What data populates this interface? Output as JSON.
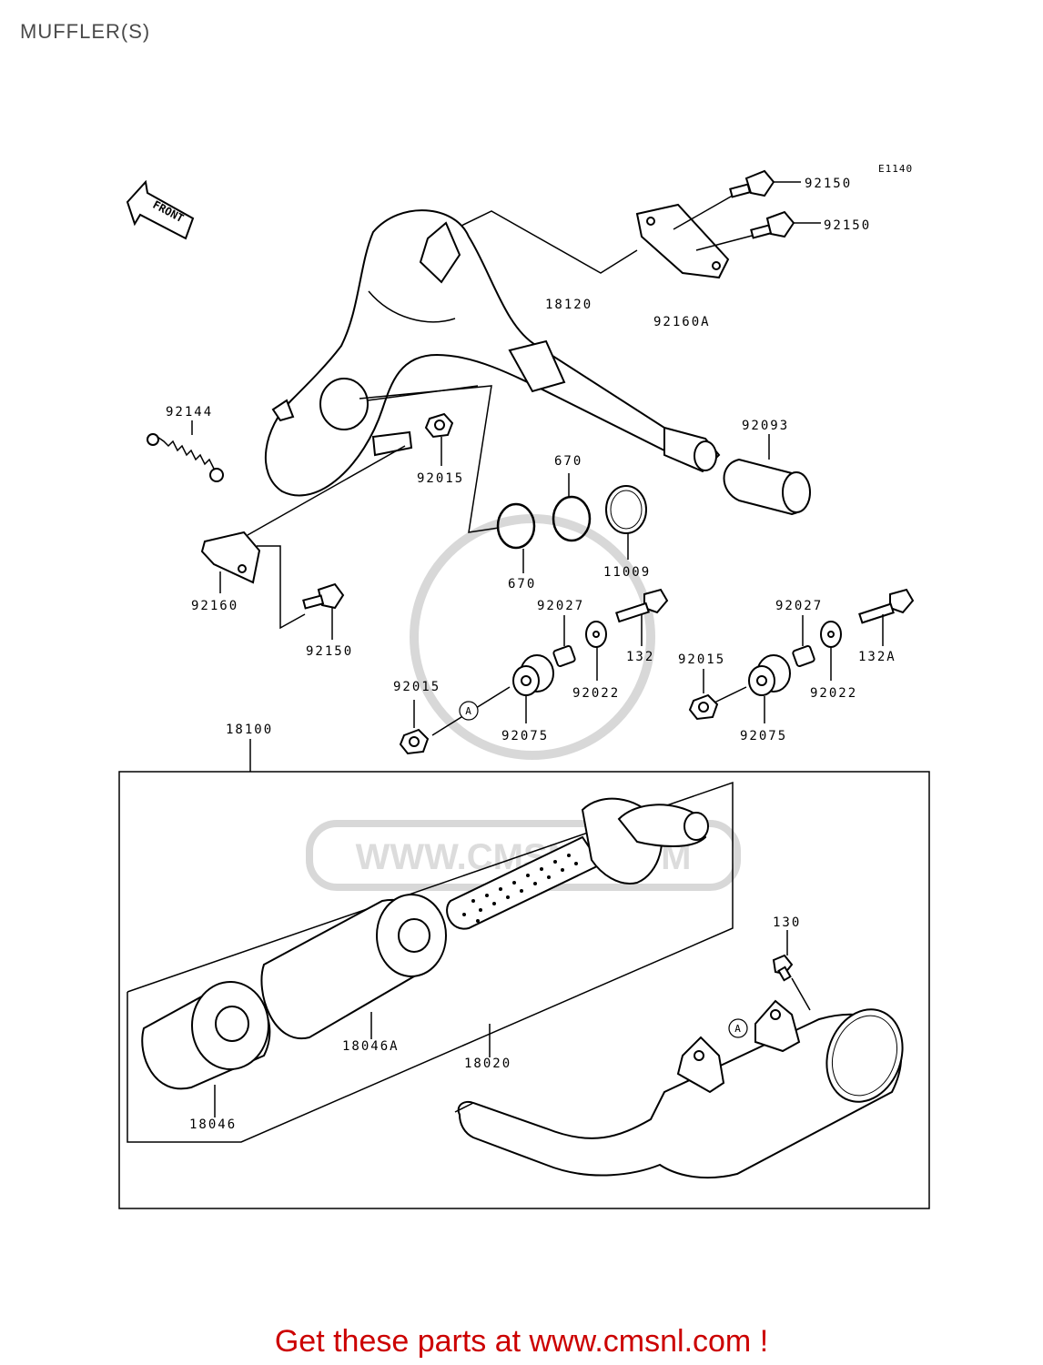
{
  "title": "MUFFLER(S)",
  "diagram_code": "E1140",
  "front_arrow_label": "FRONT",
  "callout_a": "A",
  "labels": {
    "p92150_top1": "92150",
    "p92150_top2": "92150",
    "p92160A": "92160A",
    "p18120": "18120",
    "p92144": "92144",
    "p92015_upper": "92015",
    "p92093": "92093",
    "p670_top": "670",
    "p670_bottom": "670",
    "p11009": "11009",
    "p92160": "92160",
    "p92150_left": "92150",
    "p92027_left": "92027",
    "p132": "132",
    "p92027_right": "92027",
    "p132A": "132A",
    "p92015_right": "92015",
    "p92015_left": "92015",
    "p92022_left": "92022",
    "p92022_right": "92022",
    "p92075_left": "92075",
    "p92075_right": "92075",
    "p18100": "18100",
    "p130": "130",
    "p18046A": "18046A",
    "p18020": "18020",
    "p18046": "18046"
  },
  "watermark_text": "WWW.CMSNL.COM",
  "cta_text": "Get these parts at www.cmsnl.com !",
  "colors": {
    "cta": "#cc0000",
    "watermark": "#d8d8d8",
    "line": "#000000"
  }
}
